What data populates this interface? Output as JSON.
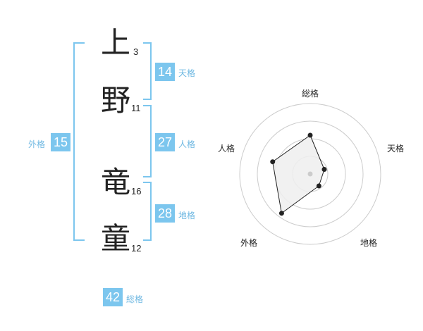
{
  "name": {
    "chars": [
      {
        "char": "上",
        "strokes": "3"
      },
      {
        "char": "野",
        "strokes": "11"
      },
      {
        "char": "竜",
        "strokes": "16"
      },
      {
        "char": "童",
        "strokes": "12"
      }
    ]
  },
  "kaku": {
    "tenkaku": {
      "value": "14",
      "label": "天格"
    },
    "jinkaku": {
      "value": "27",
      "label": "人格"
    },
    "chikaku": {
      "value": "28",
      "label": "地格"
    },
    "gaikaku": {
      "value": "15",
      "label": "外格"
    },
    "soukaku": {
      "value": "42",
      "label": "総格"
    }
  },
  "chart_data": {
    "type": "radar",
    "axes": [
      "総格",
      "天格",
      "地格",
      "外格",
      "人格"
    ],
    "values": [
      0.55,
      0.21,
      0.21,
      0.69,
      0.56
    ],
    "max": 1,
    "rings": 4,
    "colors": {
      "fill": "#eeeeee",
      "line": "#222222",
      "grid": "#cccccc"
    }
  }
}
